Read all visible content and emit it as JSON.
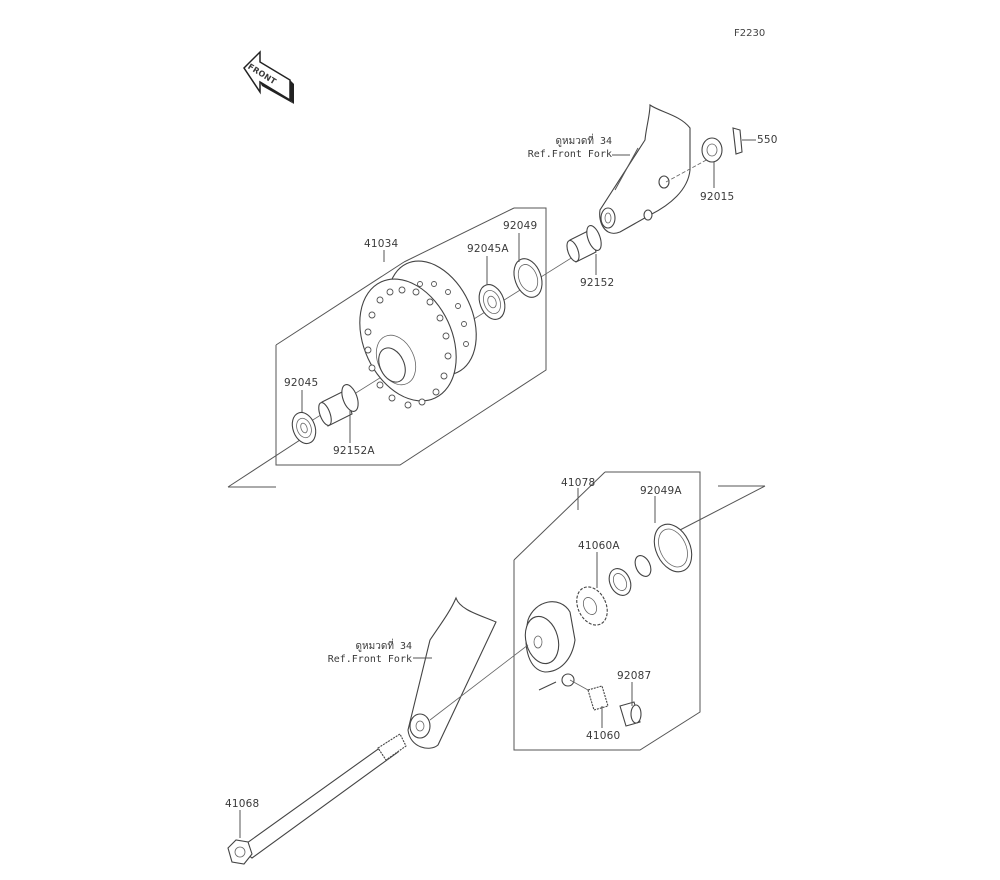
{
  "diagram": {
    "code": "F2230",
    "front_arrow_text": "FRONT",
    "references": [
      {
        "thai": "ดูหมวดที่ 34",
        "text": "Ref.Front Fork"
      },
      {
        "thai": "ดูหมวดที่ 34",
        "text": "Ref.Front Fork"
      }
    ],
    "parts": [
      {
        "number": "550"
      },
      {
        "number": "92015"
      },
      {
        "number": "92049"
      },
      {
        "number": "92045A"
      },
      {
        "number": "41034"
      },
      {
        "number": "92152"
      },
      {
        "number": "92045"
      },
      {
        "number": "92152A"
      },
      {
        "number": "41078"
      },
      {
        "number": "92049A"
      },
      {
        "number": "41060A"
      },
      {
        "number": "92087"
      },
      {
        "number": "41060"
      },
      {
        "number": "41068"
      }
    ]
  }
}
